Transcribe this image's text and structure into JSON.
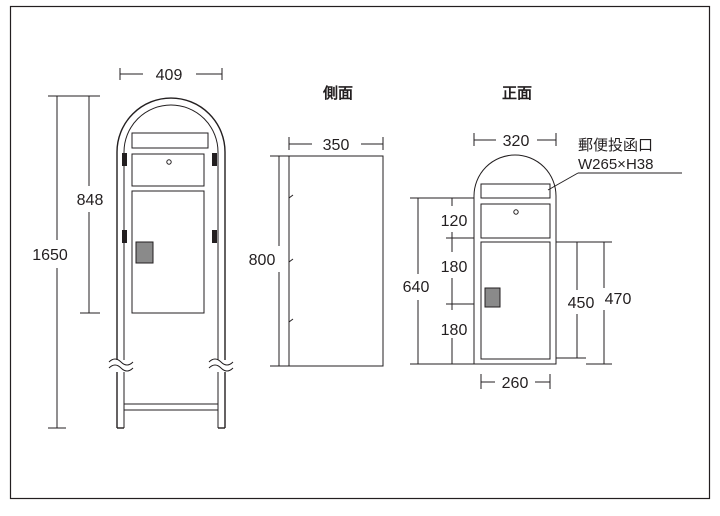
{
  "colors": {
    "line": "#231f20",
    "slot_fill": "#8a8a8a",
    "frame": "#3a3a3a"
  },
  "views": {
    "side_title": "側面",
    "front_title": "正面"
  },
  "dims": {
    "stand_width": "409",
    "stand_height": "1650",
    "stand_upper": "848",
    "side_width": "350",
    "side_height": "800",
    "front_width_top": "320",
    "front_width_bottom": "260",
    "front_height": "640",
    "front_seg1": "120",
    "front_seg2": "180",
    "front_seg3": "180",
    "door_inner": "450",
    "door_outer": "470"
  },
  "slot_note": {
    "line1": "郵便投函口",
    "line2": "W265×H38"
  }
}
